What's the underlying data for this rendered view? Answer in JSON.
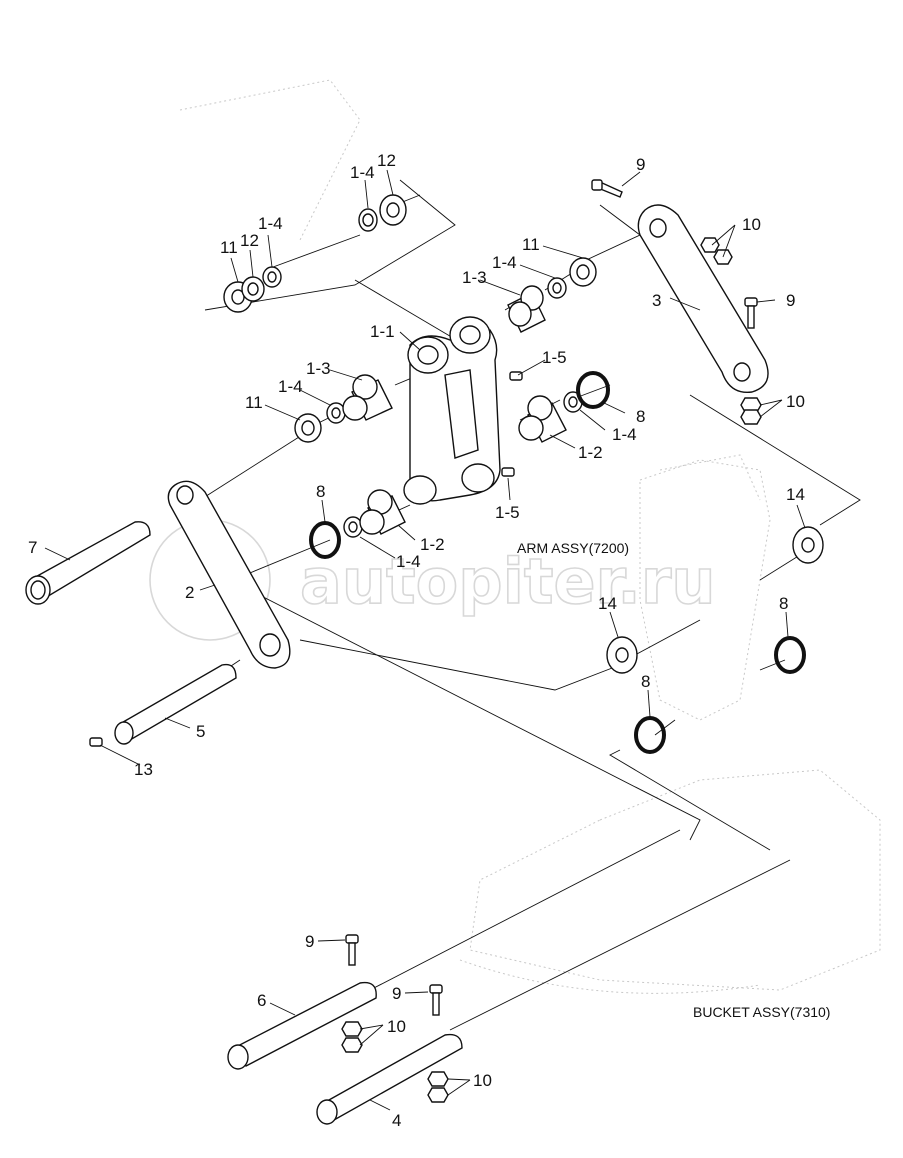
{
  "assemblies": {
    "arm": "ARM ASSY(7200)",
    "bucket": "BUCKET ASSY(7310)"
  },
  "watermark": "autopiter.ru",
  "callouts": {
    "c12_top": "12",
    "c1_4_top": "1-4",
    "c11_left": "11",
    "c12_left": "12",
    "c1_4_left": "1-4",
    "c9_top": "9",
    "c10_top": "10",
    "c11_mid": "11",
    "c1_4_mid": "1-4",
    "c1_3_mid": "1-3",
    "c3": "3",
    "c9_right": "9",
    "c1_1": "1-1",
    "c1_5_top": "1-5",
    "c1_3_low": "1-3",
    "c1_4_low": "1-4",
    "c11_low": "11",
    "c8_right": "8",
    "c1_4_right": "1-4",
    "c10_right": "10",
    "c1_2_right": "1-2",
    "c8_left": "8",
    "c1_5_low": "1-5",
    "c14_right": "14",
    "c7": "7",
    "c1_2_low": "1-2",
    "c1_4_bottom": "1-4",
    "c2": "2",
    "c14_mid": "14",
    "c8_far": "8",
    "c8_low": "8",
    "c5": "5",
    "c13": "13",
    "c9_b1": "9",
    "c9_b2": "9",
    "c6": "6",
    "c10_b1": "10",
    "c10_b2": "10",
    "c4": "4"
  }
}
